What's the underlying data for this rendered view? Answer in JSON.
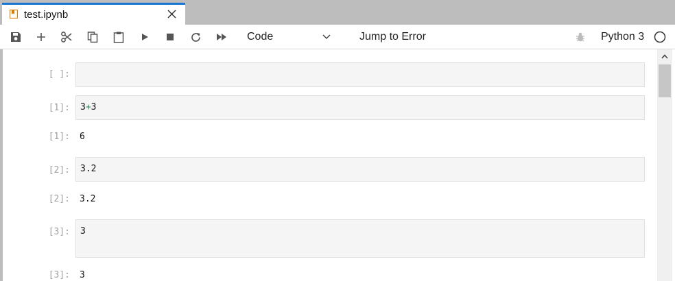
{
  "tab": {
    "title": "test.ipynb",
    "accent": "#1976d2",
    "icon": "notebook-icon"
  },
  "toolbar": {
    "buttons": [
      "save-icon",
      "add-icon",
      "cut-icon",
      "copy-icon",
      "paste-icon",
      "run-icon",
      "stop-icon",
      "restart-icon",
      "run-all-icon"
    ],
    "cell_type": "Code",
    "jump_label": "Jump to Error",
    "kernel_name": "Python 3",
    "kernel_status": "idle"
  },
  "cells": [
    {
      "prompt": "[ ]:",
      "code": "",
      "output_prompt": "",
      "output": ""
    },
    {
      "prompt": "[1]:",
      "code_left": "3",
      "code_op": "+",
      "code_right": "3",
      "output_prompt": "[1]:",
      "output": "6"
    },
    {
      "prompt": "[2]:",
      "code": "3.2",
      "output_prompt": "[2]:",
      "output": "3.2"
    },
    {
      "prompt": "[3]:",
      "code": "3",
      "output_prompt": "[3]:",
      "output": "3"
    }
  ]
}
